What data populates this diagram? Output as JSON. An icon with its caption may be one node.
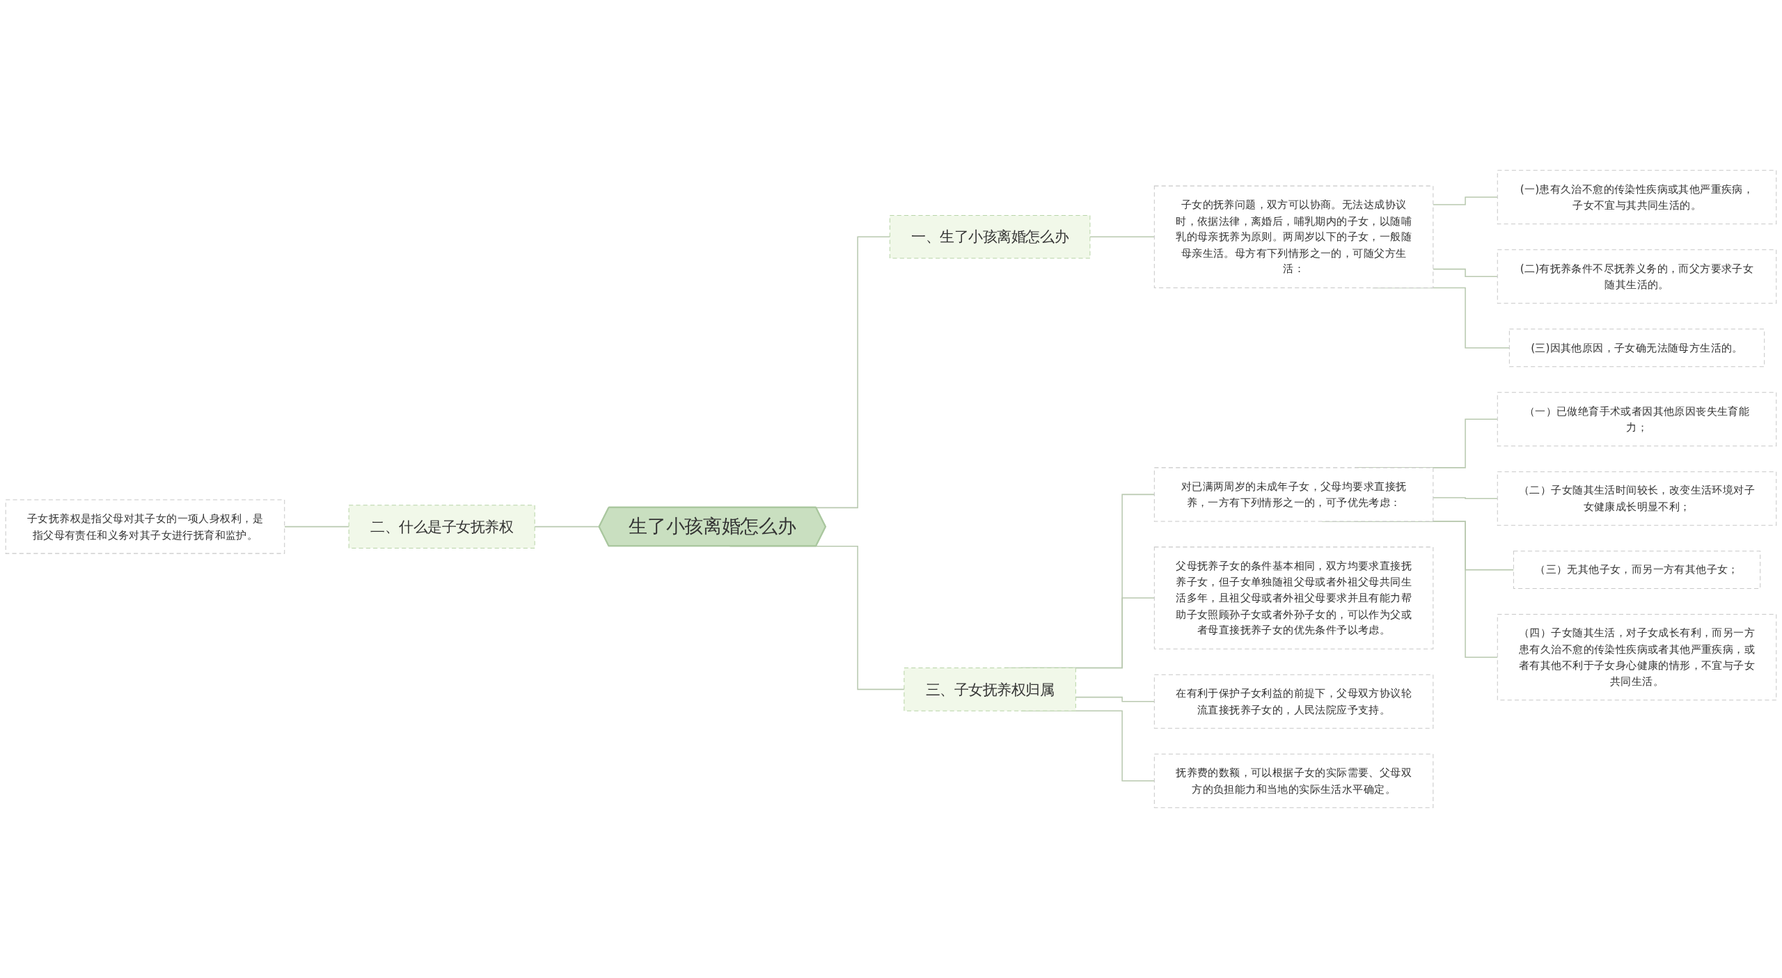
{
  "diagram": {
    "nodes": [
      {
        "text": [
          "生了小孩离婚怎么办"
        ]
      },
      {
        "text": [
          "一、生了小孩离婚怎么办"
        ]
      },
      {
        "text": [
          "子女的抚养问题，双方可以协商。无法达成协议时，依据法律，离婚后，哺乳期内的子女，以随哺乳的母亲抚养为原则。两周岁以下的子女，一般随母亲生活。母方有下列情形之一的，可随父方生活："
        ]
      },
      {
        "text": [
          "(一)患有久治不愈的传染性疾病或其他严重疾病，子女不宜与其共同生活的。"
        ]
      },
      {
        "text": [
          "(二)有抚养条件不尽抚养义务的，而父方要求子女随其生活的。"
        ]
      },
      {
        "text": [
          "(三)因其他原因，子女确无法随母方生活的。"
        ]
      },
      {
        "text": [
          "二、什么是子女抚养权"
        ]
      },
      {
        "text": [
          "子女抚养权是指父母对其子女的一项人身权利，是指父母有责任和义务对其子女进行抚育和监护。"
        ]
      },
      {
        "text": [
          "三、子女抚养权归属"
        ]
      },
      {
        "text": [
          "对已满两周岁的未成年子女，父母均要求直接抚养，一方有下列情形之一的，可予优先考虑："
        ]
      },
      {
        "text": [
          "（一）已做绝育手术或者因其他原因丧失生育能力；"
        ]
      },
      {
        "text": [
          "（二）子女随其生活时间较长，改变生活环境对子女健康成长明显不利；"
        ]
      },
      {
        "text": [
          "（三）无其他子女，而另一方有其他子女；"
        ]
      },
      {
        "text": [
          "（四）子女随其生活，对子女成长有利，而另一方患有久治不愈的传染性疾病或者其他严重疾病，或者有其他不利于子女身心健康的情形，不宜与子女共同生活。"
        ]
      },
      {
        "text": [
          "父母抚养子女的条件基本相同，双方均要求直接抚养子女，但子女单独随祖父母或者外祖父母共同生活多年，且祖父母或者外祖父母要求并且有能力帮助子女照顾孙子女或者外孙子女的，可以作为父或者母直接抚养子女的优先条件予以考虑。"
        ]
      },
      {
        "text": [
          "在有利于保护子女利益的前提下，父母双方协议轮流直接抚养子女的，人民法院应予支持。"
        ]
      },
      {
        "text": [
          "抚养费的数额，可以根据子女的实际需要、父母双方的负担能力和当地的实际生活水平确定。"
        ]
      }
    ],
    "edges": [
      {
        "from": 0,
        "to": 1,
        "arrow": "none"
      },
      {
        "from": 1,
        "to": 2,
        "arrow": "none"
      },
      {
        "from": 2,
        "to": 3,
        "arrow": "none"
      },
      {
        "from": 2,
        "to": 4,
        "arrow": "none"
      },
      {
        "from": 2,
        "to": 5,
        "arrow": "none"
      },
      {
        "from": 0,
        "to": 6,
        "arrow": "none"
      },
      {
        "from": 6,
        "to": 7,
        "arrow": "none"
      },
      {
        "from": 0,
        "to": 8,
        "arrow": "none"
      },
      {
        "from": 8,
        "to": 9,
        "arrow": "none"
      },
      {
        "from": 9,
        "to": 10,
        "arrow": "none"
      },
      {
        "from": 9,
        "to": 11,
        "arrow": "none"
      },
      {
        "from": 9,
        "to": 12,
        "arrow": "none"
      },
      {
        "from": 9,
        "to": 13,
        "arrow": "none"
      },
      {
        "from": 8,
        "to": 14,
        "arrow": "none"
      },
      {
        "from": 8,
        "to": 15,
        "arrow": "none"
      },
      {
        "from": 8,
        "to": 16,
        "arrow": "none"
      }
    ]
  }
}
